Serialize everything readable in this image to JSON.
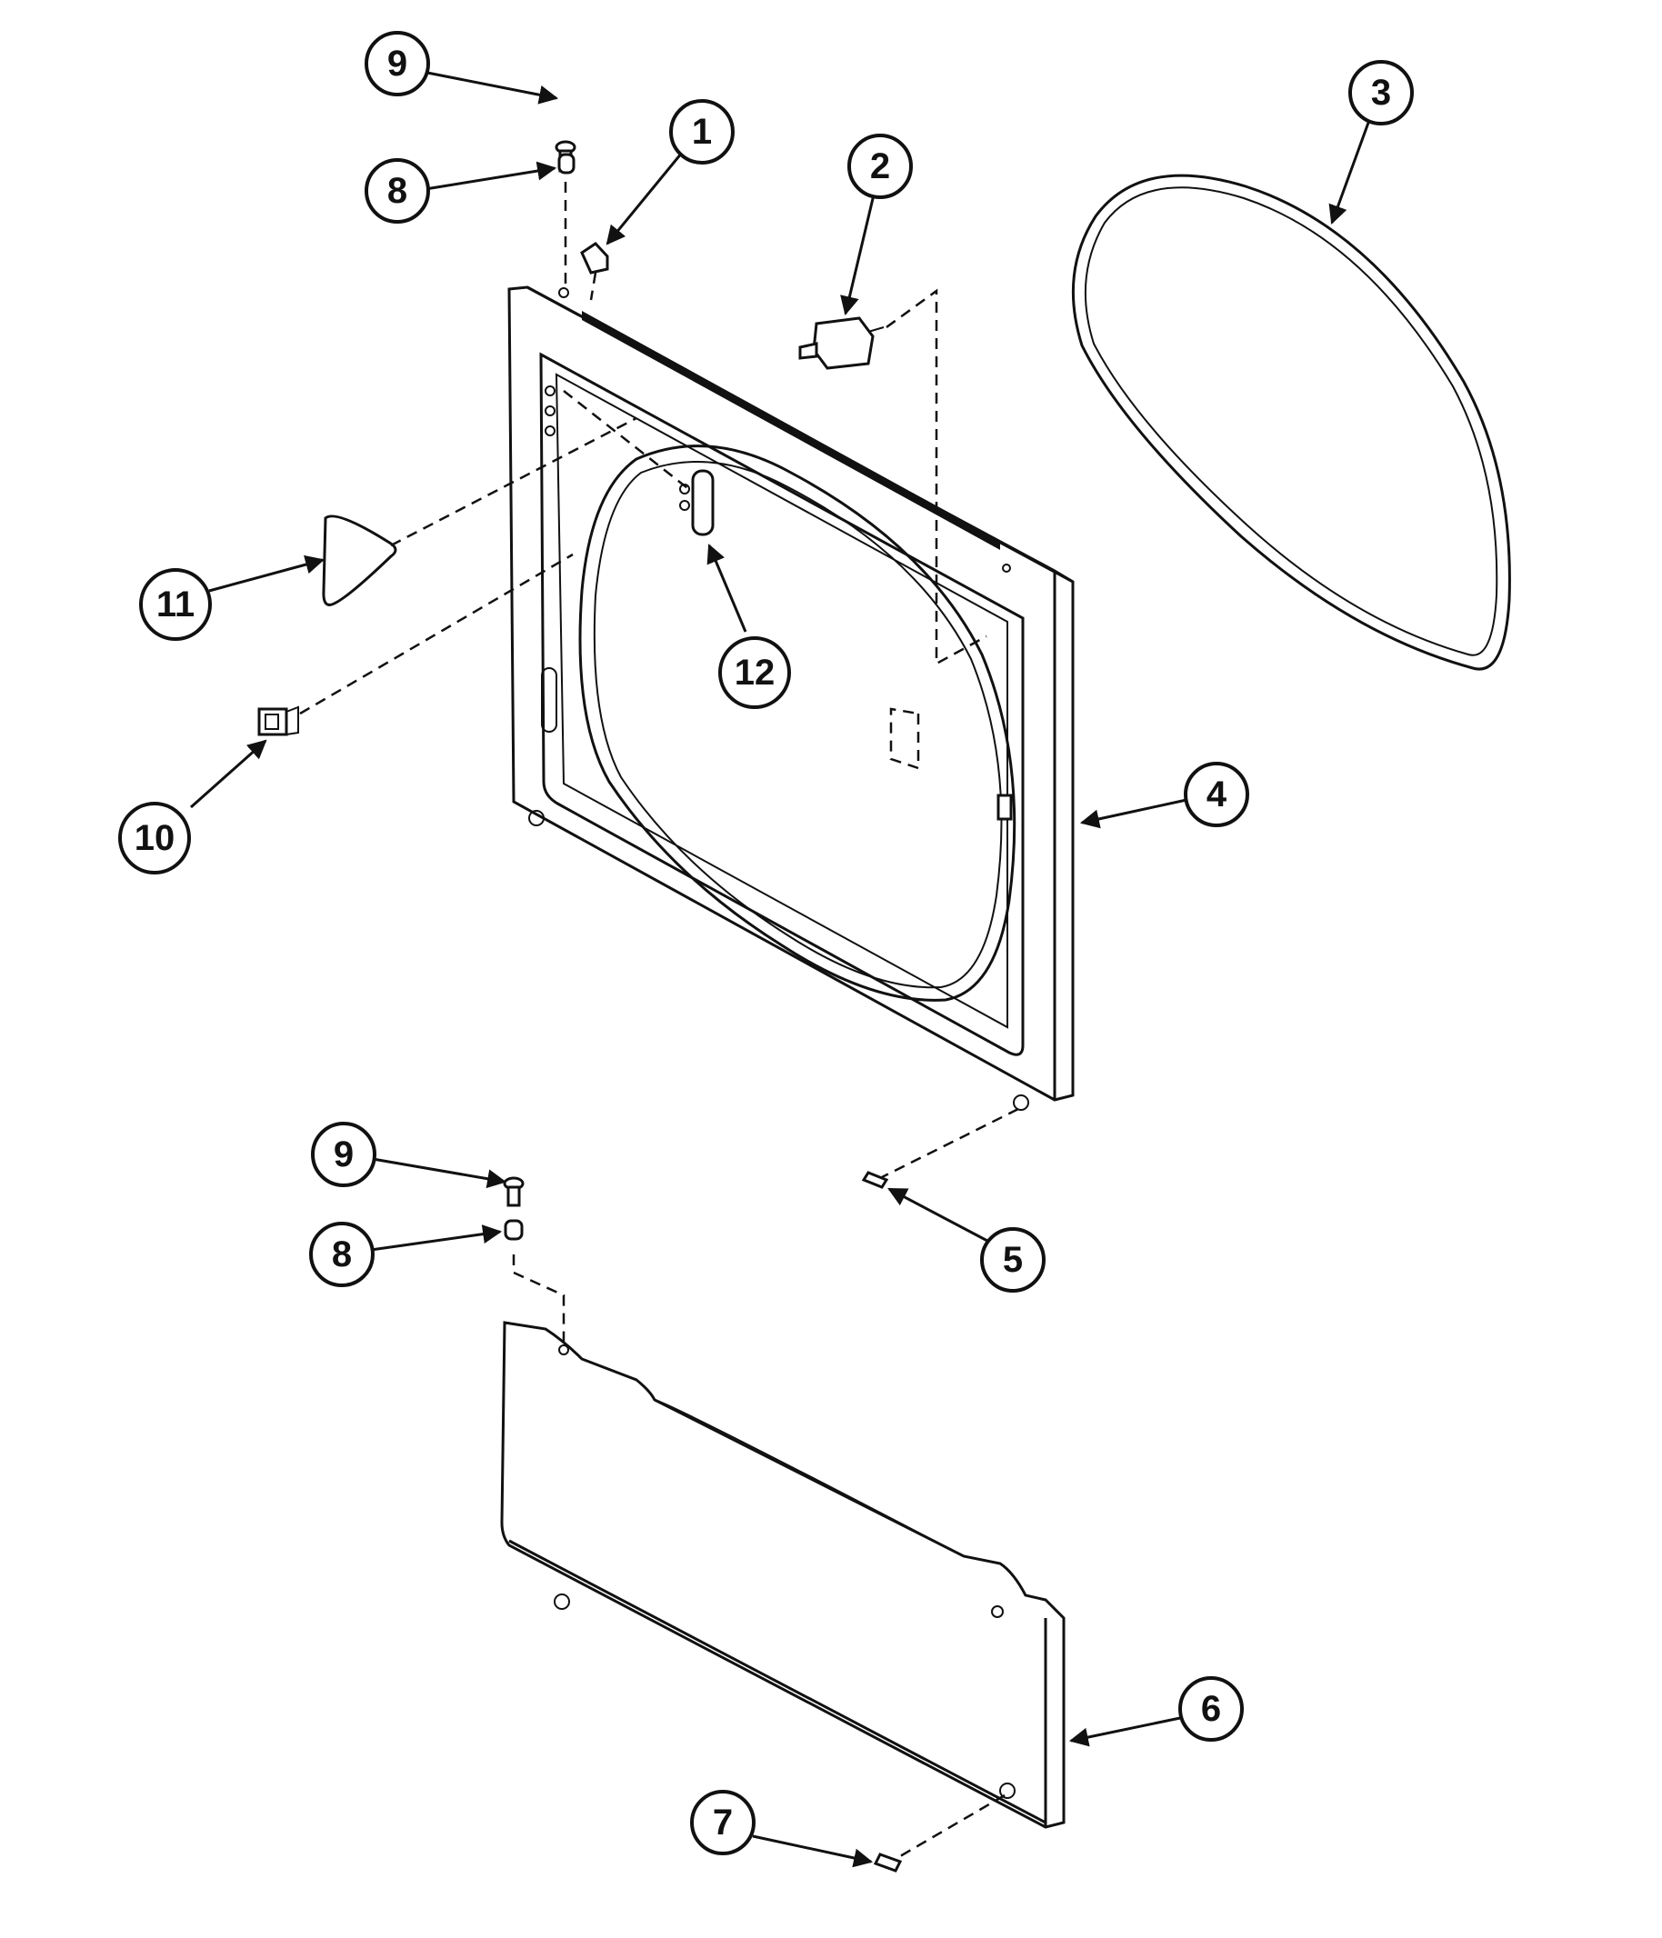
{
  "callouts": [
    {
      "id": "c1",
      "label": "1"
    },
    {
      "id": "c2",
      "label": "2"
    },
    {
      "id": "c3",
      "label": "3"
    },
    {
      "id": "c4",
      "label": "4"
    },
    {
      "id": "c5",
      "label": "5"
    },
    {
      "id": "c6",
      "label": "6"
    },
    {
      "id": "c7",
      "label": "7"
    },
    {
      "id": "c8a",
      "label": "8"
    },
    {
      "id": "c8b",
      "label": "8"
    },
    {
      "id": "c9a",
      "label": "9"
    },
    {
      "id": "c9b",
      "label": "9"
    },
    {
      "id": "c10",
      "label": "10"
    },
    {
      "id": "c11",
      "label": "11"
    },
    {
      "id": "c12",
      "label": "12"
    }
  ]
}
